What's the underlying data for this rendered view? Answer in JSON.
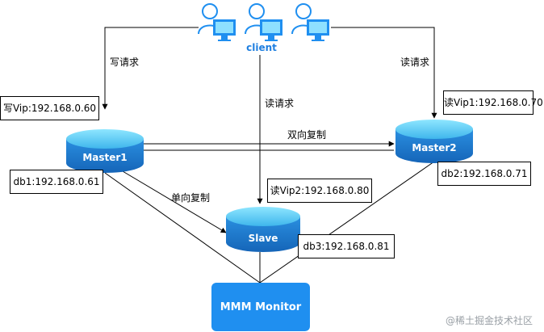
{
  "client_label": "client",
  "edges": {
    "write_request": "写请求",
    "read_request_left": "读请求",
    "read_request_right": "读请求",
    "bidirectional_replication": "双向复制",
    "unidirectional_replication": "单向复制"
  },
  "vip_boxes": {
    "write_vip": "写Vip:192.168.0.60",
    "read_vip1": "读Vip1:192.168.0.70",
    "read_vip2": "读Vip2:192.168.0.80"
  },
  "db_boxes": {
    "db1": "db1:192.168.0.61",
    "db2": "db2:192.168.0.71",
    "db3": "db3:192.168.0.81"
  },
  "nodes": {
    "master1": "Master1",
    "master2": "Master2",
    "slave": "Slave",
    "monitor": "MMM Monitor"
  },
  "watermark": "@稀土掘金技术社区",
  "colors": {
    "db_top": "#5fd0f5",
    "db_body": "#1e7fd0",
    "monitor": "#1f8ff0",
    "client_text": "#1f7fe0"
  }
}
